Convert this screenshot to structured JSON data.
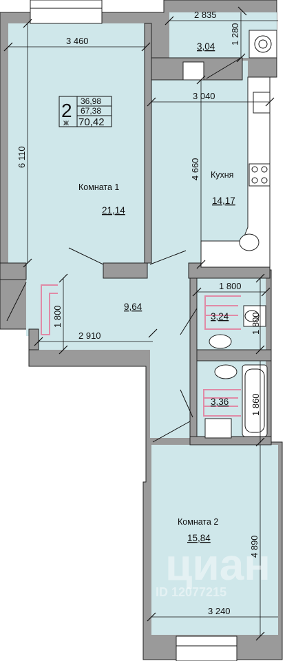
{
  "rooms": {
    "room1": {
      "label": "Комната 1",
      "area": "21,14"
    },
    "kitchen": {
      "label": "Кухня",
      "area": "14,17"
    },
    "hall": {
      "area": "9,64"
    },
    "bath1": {
      "area": "3,24"
    },
    "bath2": {
      "area": "3,36"
    },
    "room2": {
      "label": "Комната 2",
      "area": "15,84"
    },
    "balcony": {
      "area": "3,04"
    }
  },
  "dimensions": {
    "room1_width": "3 460",
    "room1_height": "6 110",
    "balcony_width": "2 835",
    "balcony_height": "1 280",
    "kitchen_width": "3 040",
    "kitchen_height": "4 660",
    "bath1_width": "1 800",
    "bath1_height": "1 800",
    "hall_width": "2 910",
    "hall_height": "1 800",
    "bath2_height": "1 860",
    "room2_height": "4 890",
    "room2_width": "3 240"
  },
  "summary": {
    "rooms_count": "2",
    "unit_letter": "ж",
    "living_area": "36,98",
    "useful_area": "67,38",
    "total_area": "70,42"
  },
  "watermark": {
    "brand": "циан",
    "sub": "ID 12077215"
  },
  "colors": {
    "room_fill": "#cfe7ea",
    "wall_fill": "#9a9a9a",
    "heating_marker": "#e08aa6"
  }
}
